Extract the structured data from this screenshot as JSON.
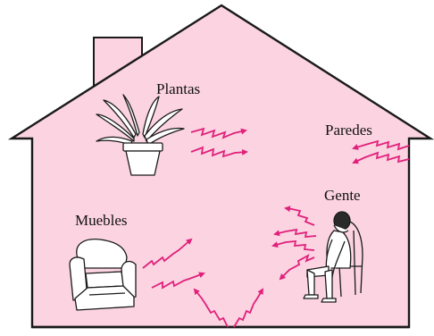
{
  "labels": {
    "plants": "Plantas",
    "walls": "Paredes",
    "people": "Gente",
    "furniture": "Muebles"
  },
  "colors": {
    "house_fill": "#fbd3e1",
    "outline": "#1a1a1a",
    "arrow": "#e0207a"
  },
  "icons": [
    "house-outline",
    "chimney",
    "potted-plant",
    "armchair",
    "seated-person",
    "emission-arrow"
  ]
}
